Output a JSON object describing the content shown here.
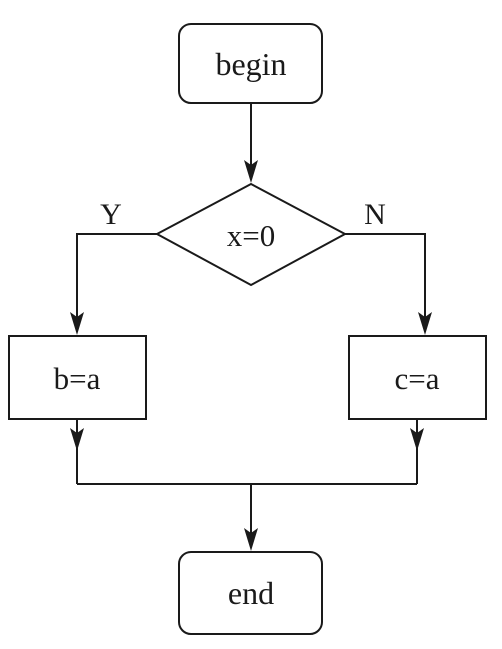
{
  "flowchart": {
    "start": {
      "label": "begin"
    },
    "decision": {
      "label": "x=0",
      "yes_label": "Y",
      "no_label": "N"
    },
    "yes_process": {
      "label": "b=a"
    },
    "no_process": {
      "label": "c=a"
    },
    "end": {
      "label": "end"
    }
  }
}
